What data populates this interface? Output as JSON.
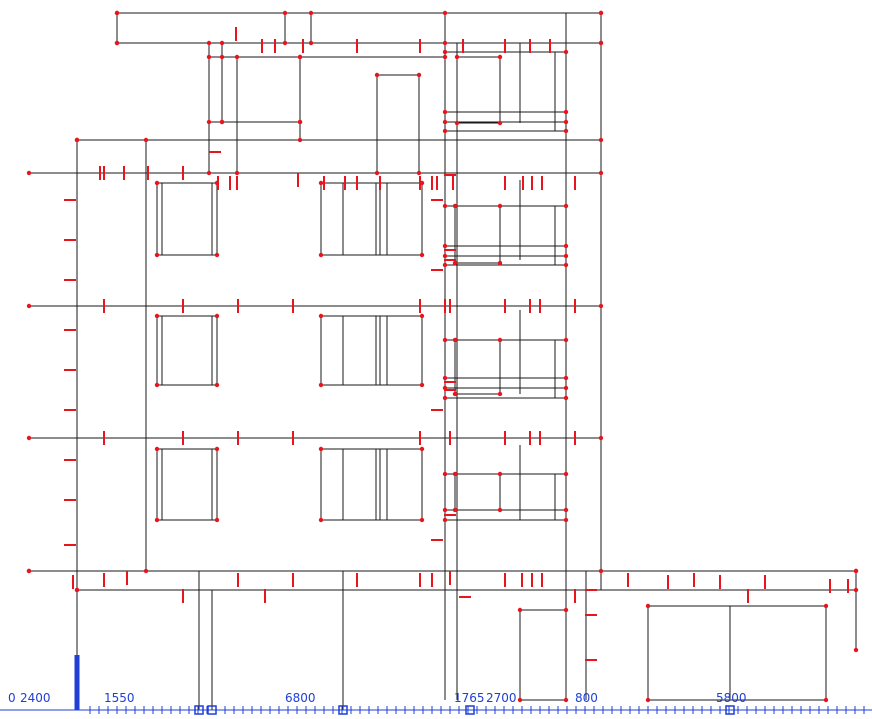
{
  "drawing": {
    "line_color": "#1a1a1a",
    "marker_color": "#e8141e",
    "dimension_color": "#1f3fd6",
    "dimension_labels": [
      {
        "id": "dim-00",
        "text": "0"
      },
      {
        "id": "dim-2400",
        "text": "2400"
      },
      {
        "id": "dim-1550",
        "text": "1550"
      },
      {
        "id": "dim-6800",
        "text": "6800"
      },
      {
        "id": "dim-1765",
        "text": "1765"
      },
      {
        "id": "dim-2700",
        "text": "2700"
      },
      {
        "id": "dim-800",
        "text": "800"
      },
      {
        "id": "dim-5800",
        "text": "5800"
      }
    ]
  }
}
